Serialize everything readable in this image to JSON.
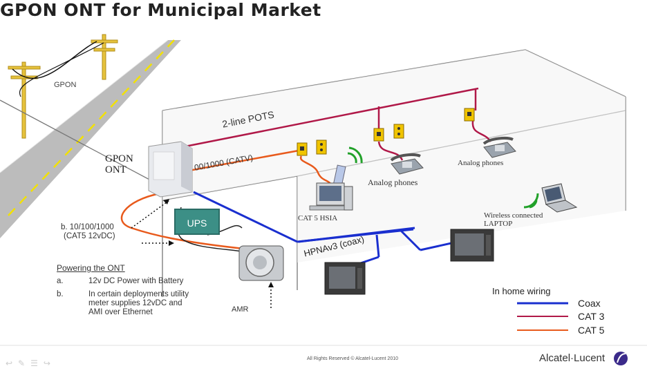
{
  "title": "GPON ONT for Municipal Market",
  "labels": {
    "gpon": "GPON",
    "ont_line1": "GPON",
    "ont_line2": "ONT",
    "pots": "2-line POTS",
    "catv": "00/1000 (CATV)",
    "analog_phones_1": "Analog phones",
    "analog_phones_2": "Analog phones",
    "cat5_hsia": "CAT 5 HSIA",
    "wireless_line1": "Wireless connected",
    "wireless_line2": "LAPTOP",
    "hpna": "HPNAv3 (coax)",
    "ups": "UPS",
    "amr": "AMR",
    "b_line1": "b. 10/100/1000",
    "b_line2": "(CAT5 12vDC)"
  },
  "powering": {
    "heading": "Powering the ONT",
    "items": [
      {
        "marker": "a.",
        "text_line1": "12v DC Power with Battery",
        "text_line2": "",
        "text_line3": ""
      },
      {
        "marker": "b.",
        "text_line1": "In certain deployments utility",
        "text_line2": "meter supplies 12vDC and",
        "text_line3": "AMI over Ethernet"
      }
    ]
  },
  "legend": {
    "title": "In home wiring",
    "items": [
      {
        "label": "Coax",
        "color": "#1a2fcf"
      },
      {
        "label": "CAT 3",
        "color": "#b01848"
      },
      {
        "label": "CAT 5",
        "color": "#e85a1c"
      }
    ]
  },
  "footer": {
    "copyright": "All Rights Reserved © Alcatel-Lucent 2010",
    "brand": "Alcatel·Lucent"
  },
  "colors": {
    "coax": "#1a2fcf",
    "cat3": "#b01848",
    "cat5": "#e85a1c",
    "road": "#b9b9b9",
    "road_line": "#f2e100",
    "ups": "#3c8f86",
    "wifi": "#22a12a"
  }
}
